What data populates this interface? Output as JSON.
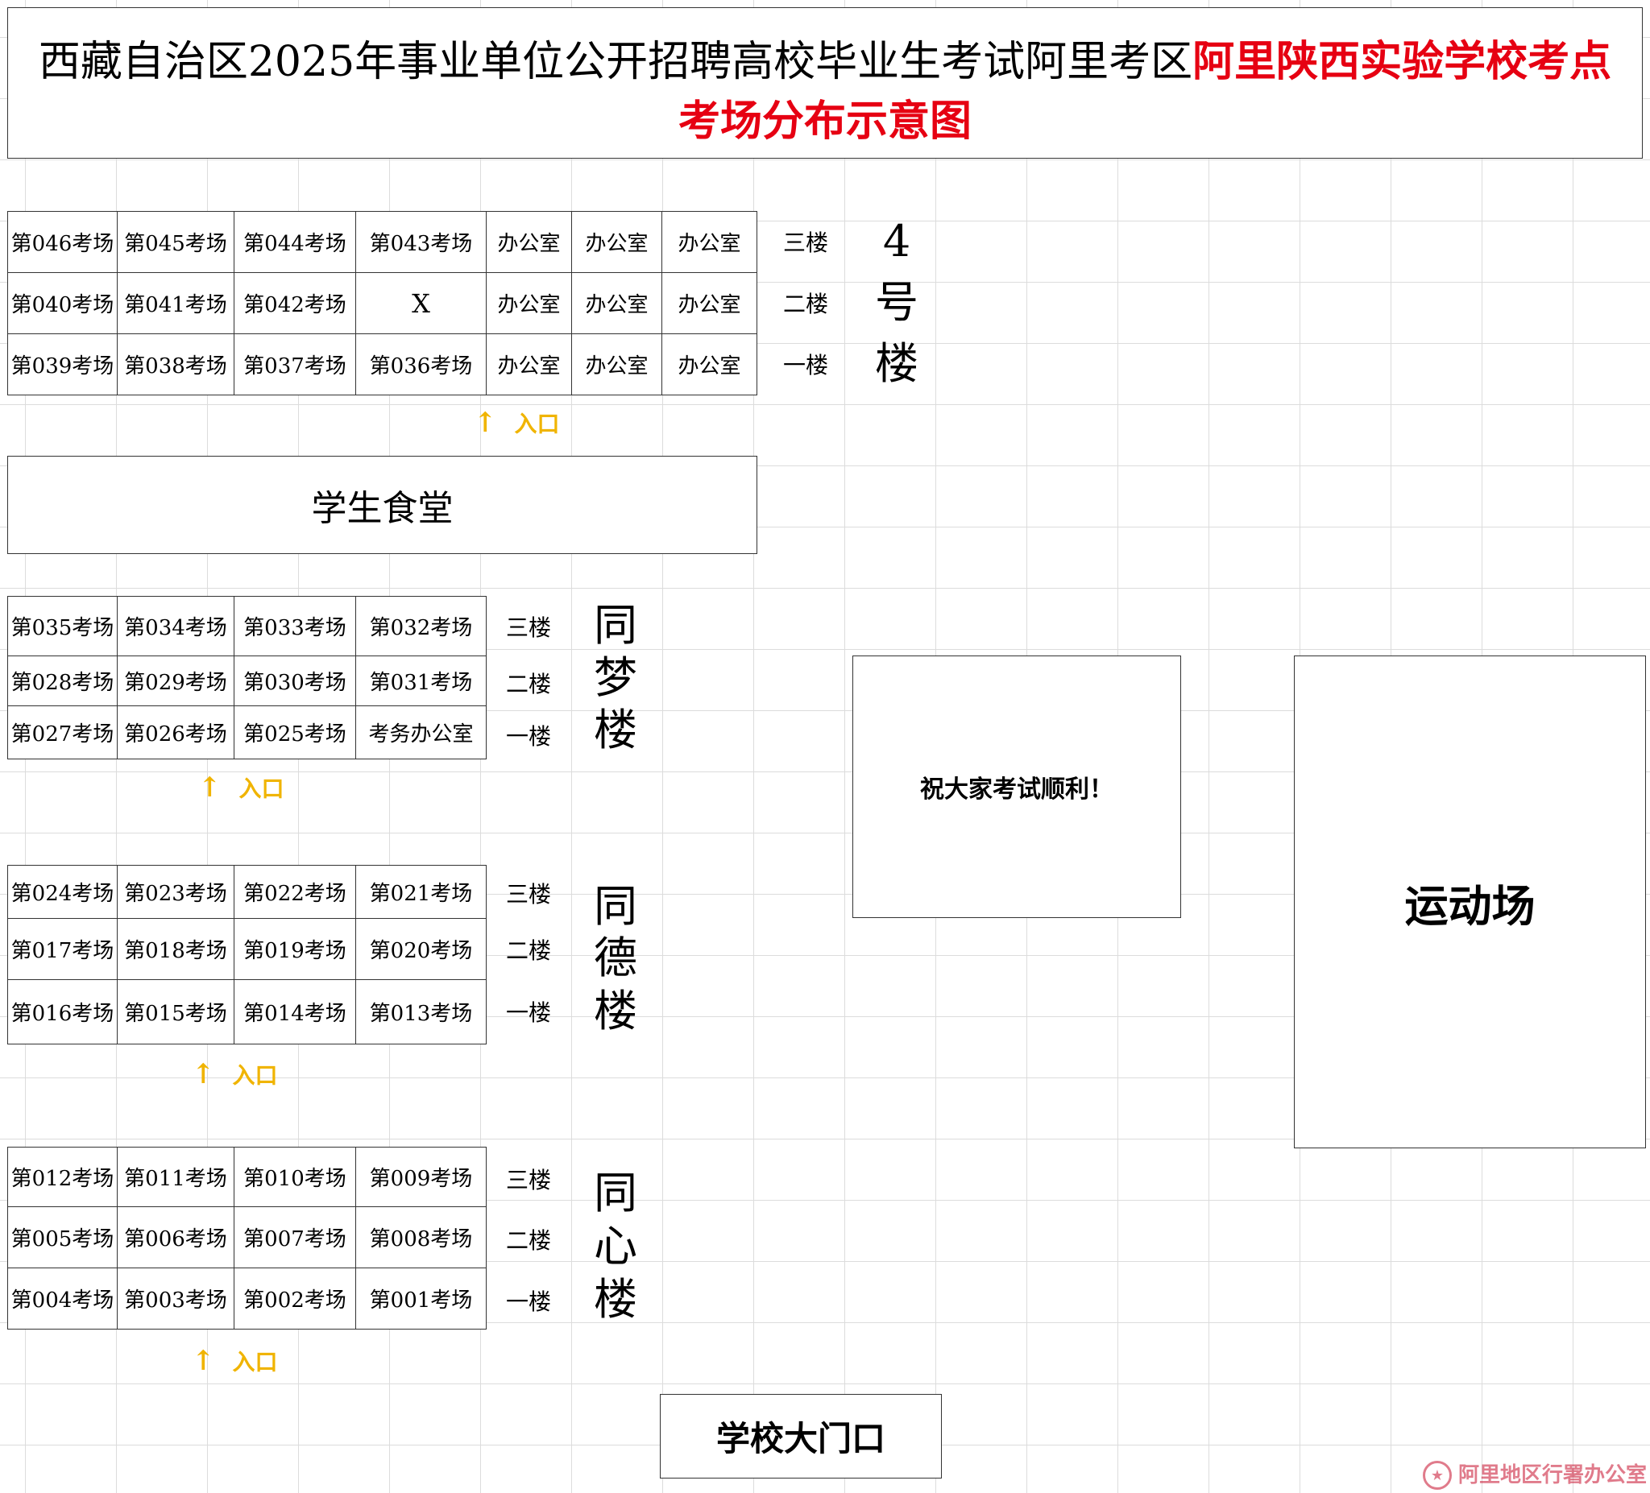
{
  "title": {
    "line1_black": "西藏自治区2025年事业单位公开招聘高校毕业生考试阿里考区",
    "line1_red": "阿里陕西实验学校考点",
    "line2": "考场分布示意图"
  },
  "building4": {
    "name_chars": [
      "4",
      "号",
      "楼"
    ],
    "rows": [
      {
        "floor": "三楼",
        "cells": [
          "第046考场",
          "第045考场",
          "第044考场",
          "第043考场",
          "办公室",
          "办公室",
          "办公室"
        ]
      },
      {
        "floor": "二楼",
        "cells": [
          "第040考场",
          "第041考场",
          "第042考场",
          "X",
          "办公室",
          "办公室",
          "办公室"
        ]
      },
      {
        "floor": "一楼",
        "cells": [
          "第039考场",
          "第038考场",
          "第037考场",
          "第036考场",
          "办公室",
          "办公室",
          "办公室"
        ]
      }
    ],
    "entrance": "入口"
  },
  "canteen": "学生食堂",
  "tongmeng": {
    "name_chars": [
      "同",
      "梦",
      "楼"
    ],
    "rows": [
      {
        "floor": "三楼",
        "cells": [
          "第035考场",
          "第034考场",
          "第033考场",
          "第032考场"
        ]
      },
      {
        "floor": "二楼",
        "cells": [
          "第028考场",
          "第029考场",
          "第030考场",
          "第031考场"
        ]
      },
      {
        "floor": "一楼",
        "cells": [
          "第027考场",
          "第026考场",
          "第025考场",
          "考务办公室"
        ]
      }
    ],
    "entrance": "入口"
  },
  "tongde": {
    "name_chars": [
      "同",
      "德",
      "楼"
    ],
    "rows": [
      {
        "floor": "三楼",
        "cells": [
          "第024考场",
          "第023考场",
          "第022考场",
          "第021考场"
        ]
      },
      {
        "floor": "二楼",
        "cells": [
          "第017考场",
          "第018考场",
          "第019考场",
          "第020考场"
        ]
      },
      {
        "floor": "一楼",
        "cells": [
          "第016考场",
          "第015考场",
          "第014考场",
          "第013考场"
        ]
      }
    ],
    "entrance": "入口"
  },
  "tongxin": {
    "name_chars": [
      "同",
      "心",
      "楼"
    ],
    "rows": [
      {
        "floor": "三楼",
        "cells": [
          "第012考场",
          "第011考场",
          "第010考场",
          "第009考场"
        ]
      },
      {
        "floor": "二楼",
        "cells": [
          "第005考场",
          "第006考场",
          "第007考场",
          "第008考场"
        ]
      },
      {
        "floor": "一楼",
        "cells": [
          "第004考场",
          "第003考场",
          "第002考场",
          "第001考场"
        ]
      }
    ],
    "entrance": "入口"
  },
  "wish": "祝大家考试顺利！",
  "playground": "运动场",
  "gate": "学校大门口",
  "watermark": {
    "text": "阿里地区行署办公室",
    "icon": "emblem-icon",
    "color": "#c8102e"
  },
  "colors": {
    "title_red": "#e60012",
    "entrance_yellow": "#f0b400"
  }
}
